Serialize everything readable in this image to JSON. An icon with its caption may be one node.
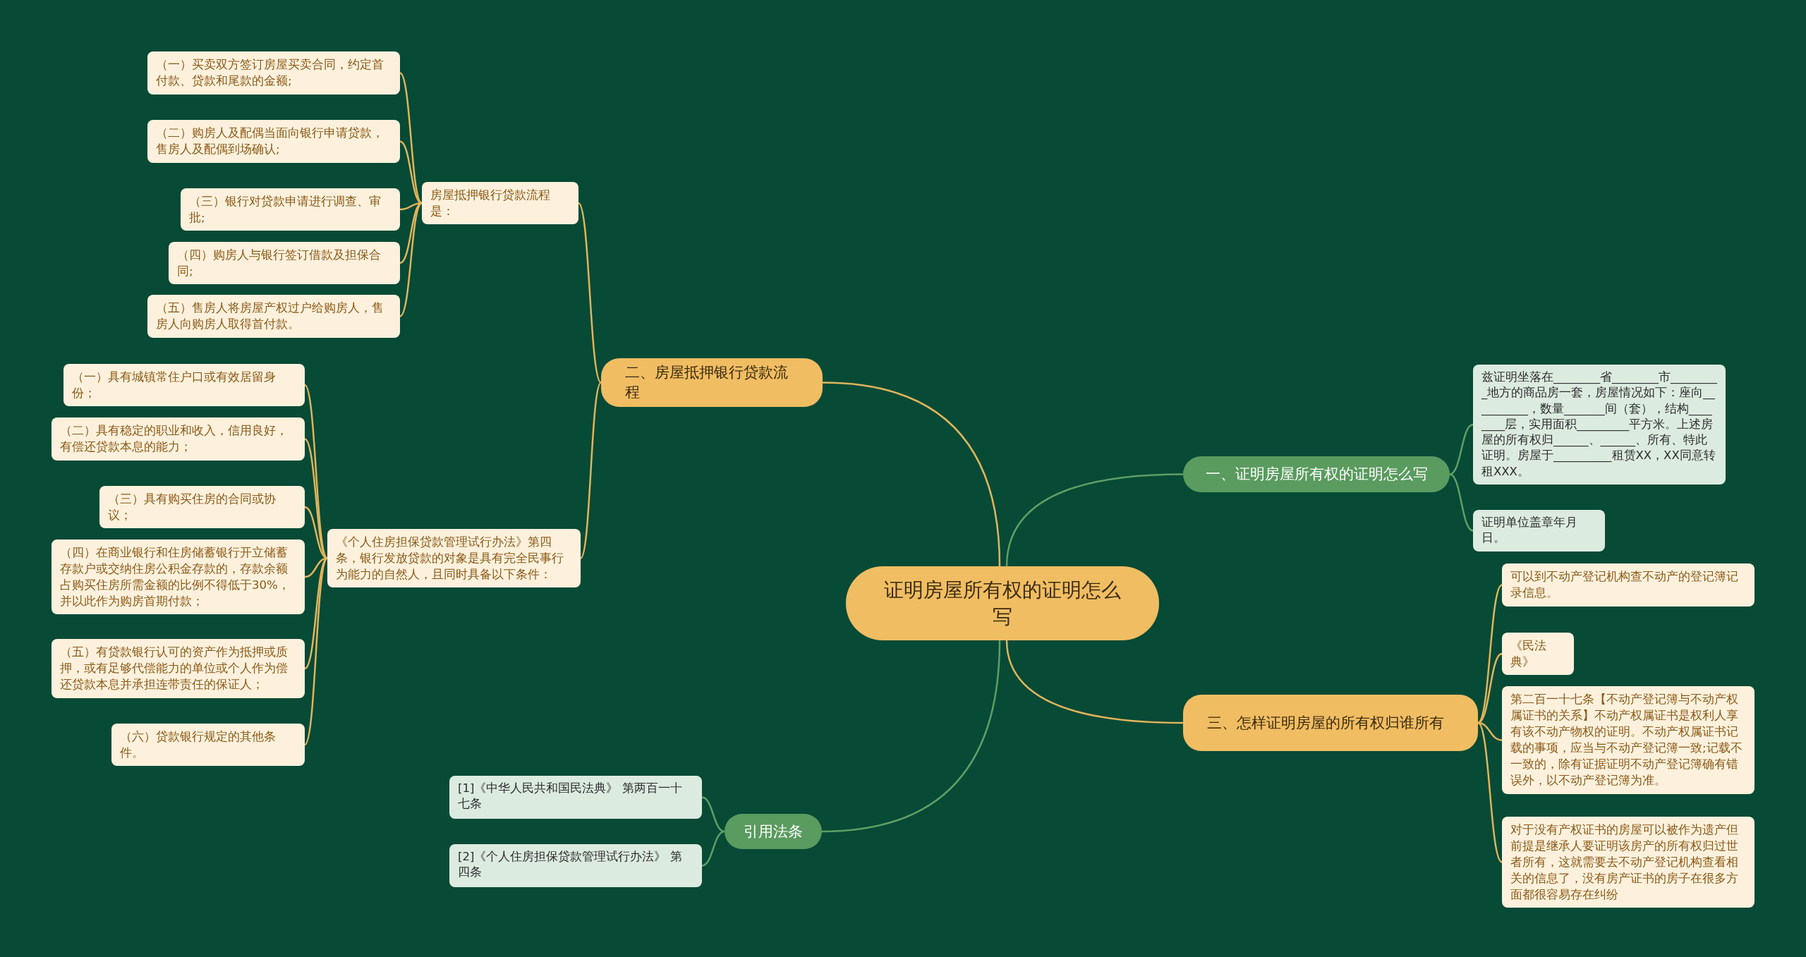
{
  "diagram": {
    "nodes": [
      {
        "text": [
          "证明房屋所有权的证明怎么写"
        ]
      },
      {
        "text": [
          "二、房屋抵押银行贷款流程"
        ]
      },
      {
        "text": [
          "房屋抵押银行贷款流程是："
        ]
      },
      {
        "text": [
          "（一）买卖双方签订房屋买卖合同，约定首付款、贷款和尾款的金额;"
        ]
      },
      {
        "text": [
          "（二）购房人及配偶当面向银行申请贷款，售房人及配偶到场确认;"
        ]
      },
      {
        "text": [
          "（三）银行对贷款申请进行调查、审批;"
        ]
      },
      {
        "text": [
          "（四）购房人与银行签订借款及担保合同;"
        ]
      },
      {
        "text": [
          "（五）售房人将房屋产权过户给购房人，售房人向购房人取得首付款。"
        ]
      },
      {
        "text": [
          "《个人住房担保贷款管理试行办法》第四条，银行发放贷款的对象是具有完全民事行为能力的自然人，且同时具备以下条件："
        ]
      },
      {
        "text": [
          "（一）具有城镇常住户口或有效居留身份；"
        ]
      },
      {
        "text": [
          "（二）具有稳定的职业和收入，信用良好，有偿还贷款本息的能力；"
        ]
      },
      {
        "text": [
          "（三）具有购买住房的合同或协议；"
        ]
      },
      {
        "text": [
          "（四）在商业银行和住房储蓄银行开立储蓄存款户或交纳住房公积金存款的，存款余额占购买住房所需金额的比例不得低于30%，并以此作为购房首期付款；"
        ]
      },
      {
        "text": [
          "（五）有贷款银行认可的资产作为抵押或质押，或有足够代偿能力的单位或个人作为偿还贷款本息并承担连带责任的保证人；"
        ]
      },
      {
        "text": [
          "（六）贷款银行规定的其他条件。"
        ]
      },
      {
        "text": [
          "一、证明房屋所有权的证明怎么写"
        ]
      },
      {
        "text": [
          "兹证明坐落在________省________市_________地方的商品房一套，房屋情况如下：座向__________，数量_______间（套），结构________层，实用面积_________平方米。上述房屋的所有权归______、______、所有、特此证明。房屋于__________租赁XX，XX同意转租XXX。"
        ]
      },
      {
        "text": [
          "证明单位盖章年月日。"
        ]
      },
      {
        "text": [
          "三、怎样证明房屋的所有权归谁所有"
        ]
      },
      {
        "text": [
          "可以到不动产登记机构查不动产的登记簿记录信息。"
        ]
      },
      {
        "text": [
          "《民法典》"
        ]
      },
      {
        "text": [
          "第二百一十七条【不动产登记簿与不动产权属证书的关系】不动产权属证书是权利人享有该不动产物权的证明。不动产权属证书记载的事项，应当与不动产登记簿一致;记载不一致的，除有证据证明不动产登记簿确有错误外，以不动产登记簿为准。"
        ]
      },
      {
        "text": [
          "对于没有产权证书的房屋可以被作为遗产但前提是继承人要证明该房产的所有权归过世者所有，这就需要去不动产登记机构查看相关的信息了，没有房产证书的房子在很多方面都很容易存在纠纷"
        ]
      },
      {
        "text": [
          "引用法条"
        ]
      },
      {
        "text": [
          "[1]《中华人民共和国民法典》 第两百一十七条"
        ]
      },
      {
        "text": [
          "[2]《个人住房担保贷款管理试行办法》 第四条"
        ]
      }
    ],
    "edges": [
      {
        "from": 0,
        "to": 1,
        "arrow": "none"
      },
      {
        "from": 1,
        "to": 2,
        "arrow": "none"
      },
      {
        "from": 2,
        "to": 3,
        "arrow": "none"
      },
      {
        "from": 2,
        "to": 4,
        "arrow": "none"
      },
      {
        "from": 2,
        "to": 5,
        "arrow": "none"
      },
      {
        "from": 2,
        "to": 6,
        "arrow": "none"
      },
      {
        "from": 2,
        "to": 7,
        "arrow": "none"
      },
      {
        "from": 1,
        "to": 8,
        "arrow": "none"
      },
      {
        "from": 8,
        "to": 9,
        "arrow": "none"
      },
      {
        "from": 8,
        "to": 10,
        "arrow": "none"
      },
      {
        "from": 8,
        "to": 11,
        "arrow": "none"
      },
      {
        "from": 8,
        "to": 12,
        "arrow": "none"
      },
      {
        "from": 8,
        "to": 13,
        "arrow": "none"
      },
      {
        "from": 8,
        "to": 14,
        "arrow": "none"
      },
      {
        "from": 0,
        "to": 15,
        "arrow": "none",
        "color": "#5f9e66"
      },
      {
        "from": 15,
        "to": 16,
        "arrow": "none",
        "color": "#5f9e66"
      },
      {
        "from": 15,
        "to": 17,
        "arrow": "none",
        "color": "#5f9e66"
      },
      {
        "from": 0,
        "to": 18,
        "arrow": "none"
      },
      {
        "from": 18,
        "to": 19,
        "arrow": "none"
      },
      {
        "from": 18,
        "to": 20,
        "arrow": "none"
      },
      {
        "from": 18,
        "to": 21,
        "arrow": "none"
      },
      {
        "from": 18,
        "to": 22,
        "arrow": "none"
      },
      {
        "from": 0,
        "to": 23,
        "arrow": "none",
        "color": "#5f9e66"
      },
      {
        "from": 23,
        "to": 24,
        "arrow": "none",
        "color": "#5f9e66"
      },
      {
        "from": 23,
        "to": 25,
        "arrow": "none",
        "color": "#5f9e66"
      }
    ]
  }
}
